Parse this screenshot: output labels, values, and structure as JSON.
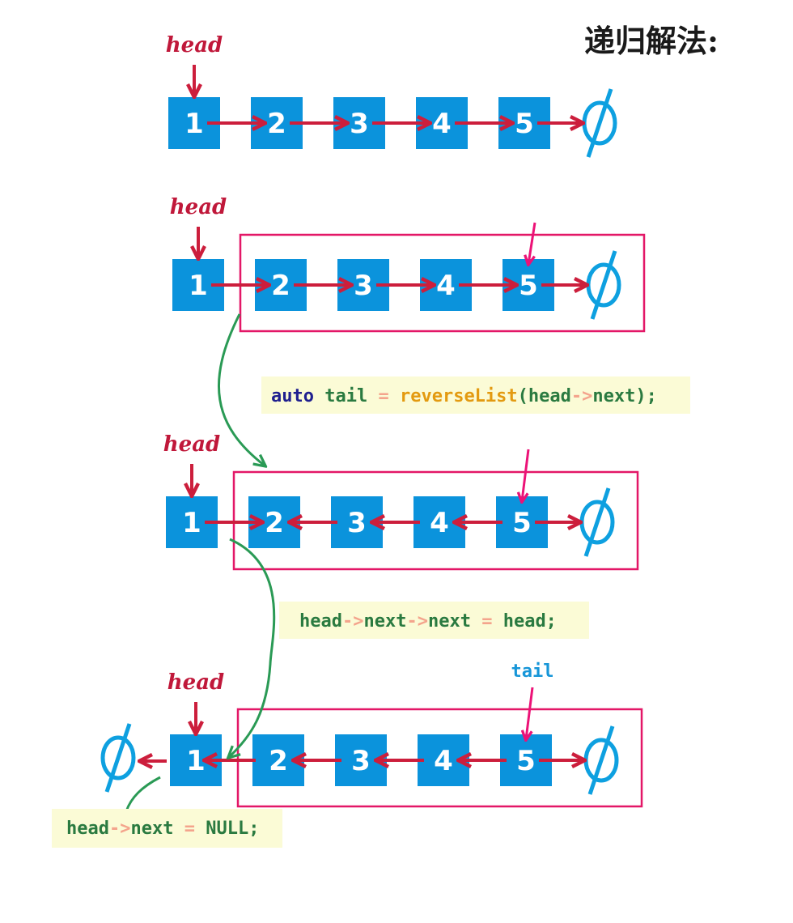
{
  "title": "递归解法:",
  "labels": {
    "head": "head",
    "tail": "tail",
    "null_symbol": "∅"
  },
  "colors": {
    "node": "#0b93dc",
    "link_arrow": "#cc1e3c",
    "pointer_arrow": "#ec1277",
    "flow_arrow": "#2a9a55",
    "group_box": "#e31767",
    "code_background": "#fbfbd6",
    "code_keyword": "#1f1f8f",
    "code_identifier": "#2a7a40",
    "code_function": "#e39a10",
    "code_operator": "#f4a48c"
  },
  "steps": [
    {
      "nodes": [
        "1",
        "2",
        "3",
        "4",
        "5"
      ],
      "links": [
        "forward",
        "forward",
        "forward",
        "forward",
        "forward"
      ],
      "head_label": "head"
    },
    {
      "nodes": [
        "1",
        "2",
        "3",
        "4",
        "5"
      ],
      "links": [
        "forward",
        "forward",
        "forward",
        "forward",
        "forward"
      ],
      "head_label": "head"
    },
    {
      "nodes": [
        "1",
        "2",
        "3",
        "4",
        "5"
      ],
      "links": [
        "forward",
        "backward",
        "backward",
        "backward",
        "forward"
      ],
      "head_label": "head"
    },
    {
      "nodes": [
        "1",
        "2",
        "3",
        "4",
        "5"
      ],
      "links": [
        "backward",
        "backward",
        "backward",
        "backward",
        "forward"
      ],
      "left_null": true,
      "head_label": "head",
      "tail_label": "tail"
    }
  ],
  "code": [
    {
      "tokens": [
        {
          "text": "auto",
          "kind": "keyword"
        },
        {
          "text": " ",
          "kind": "plain"
        },
        {
          "text": "tail",
          "kind": "identifier"
        },
        {
          "text": " ",
          "kind": "plain"
        },
        {
          "text": "=",
          "kind": "operator"
        },
        {
          "text": " ",
          "kind": "plain"
        },
        {
          "text": "reverseList",
          "kind": "function"
        },
        {
          "text": "(",
          "kind": "identifier"
        },
        {
          "text": "head",
          "kind": "identifier"
        },
        {
          "text": "->",
          "kind": "operator"
        },
        {
          "text": "next",
          "kind": "identifier"
        },
        {
          "text": ");",
          "kind": "identifier"
        }
      ]
    },
    {
      "tokens": [
        {
          "text": "head",
          "kind": "identifier"
        },
        {
          "text": "->",
          "kind": "operator"
        },
        {
          "text": "next",
          "kind": "identifier"
        },
        {
          "text": "->",
          "kind": "operator"
        },
        {
          "text": "next",
          "kind": "identifier"
        },
        {
          "text": " ",
          "kind": "plain"
        },
        {
          "text": "=",
          "kind": "operator"
        },
        {
          "text": " ",
          "kind": "plain"
        },
        {
          "text": "head;",
          "kind": "identifier"
        }
      ]
    },
    {
      "tokens": [
        {
          "text": "head",
          "kind": "identifier"
        },
        {
          "text": "->",
          "kind": "operator"
        },
        {
          "text": "next",
          "kind": "identifier"
        },
        {
          "text": " ",
          "kind": "plain"
        },
        {
          "text": "=",
          "kind": "operator"
        },
        {
          "text": " ",
          "kind": "plain"
        },
        {
          "text": "NULL;",
          "kind": "identifier"
        }
      ]
    }
  ]
}
